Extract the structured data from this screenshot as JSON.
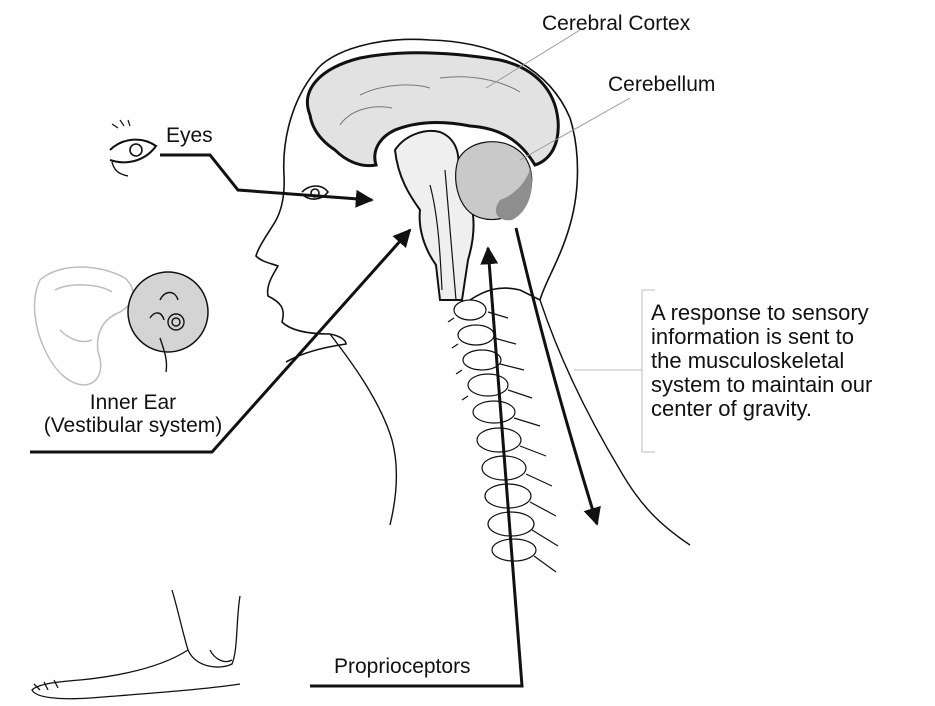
{
  "labels": {
    "cerebral_cortex": "Cerebral Cortex",
    "cerebellum": "Cerebellum",
    "eyes": "Eyes",
    "inner_ear_line1": "Inner Ear",
    "inner_ear_line2": "(Vestibular system)",
    "proprioceptors": "Proprioceptors"
  },
  "response_text": {
    "line1": "A response to sensory",
    "line2": "information is sent to",
    "line3": "the musculoskeletal",
    "line4": "system to maintain our",
    "line5": "center of gravity."
  },
  "colors": {
    "brain_fill": "#e2e2e2",
    "cerebellum_fill": "#c9c9c9",
    "cerebellum_shade": "#8e8e8e",
    "outline": "#111111",
    "leader": "#9a9a9a",
    "ear_circle_fill": "#d4d4d4"
  }
}
